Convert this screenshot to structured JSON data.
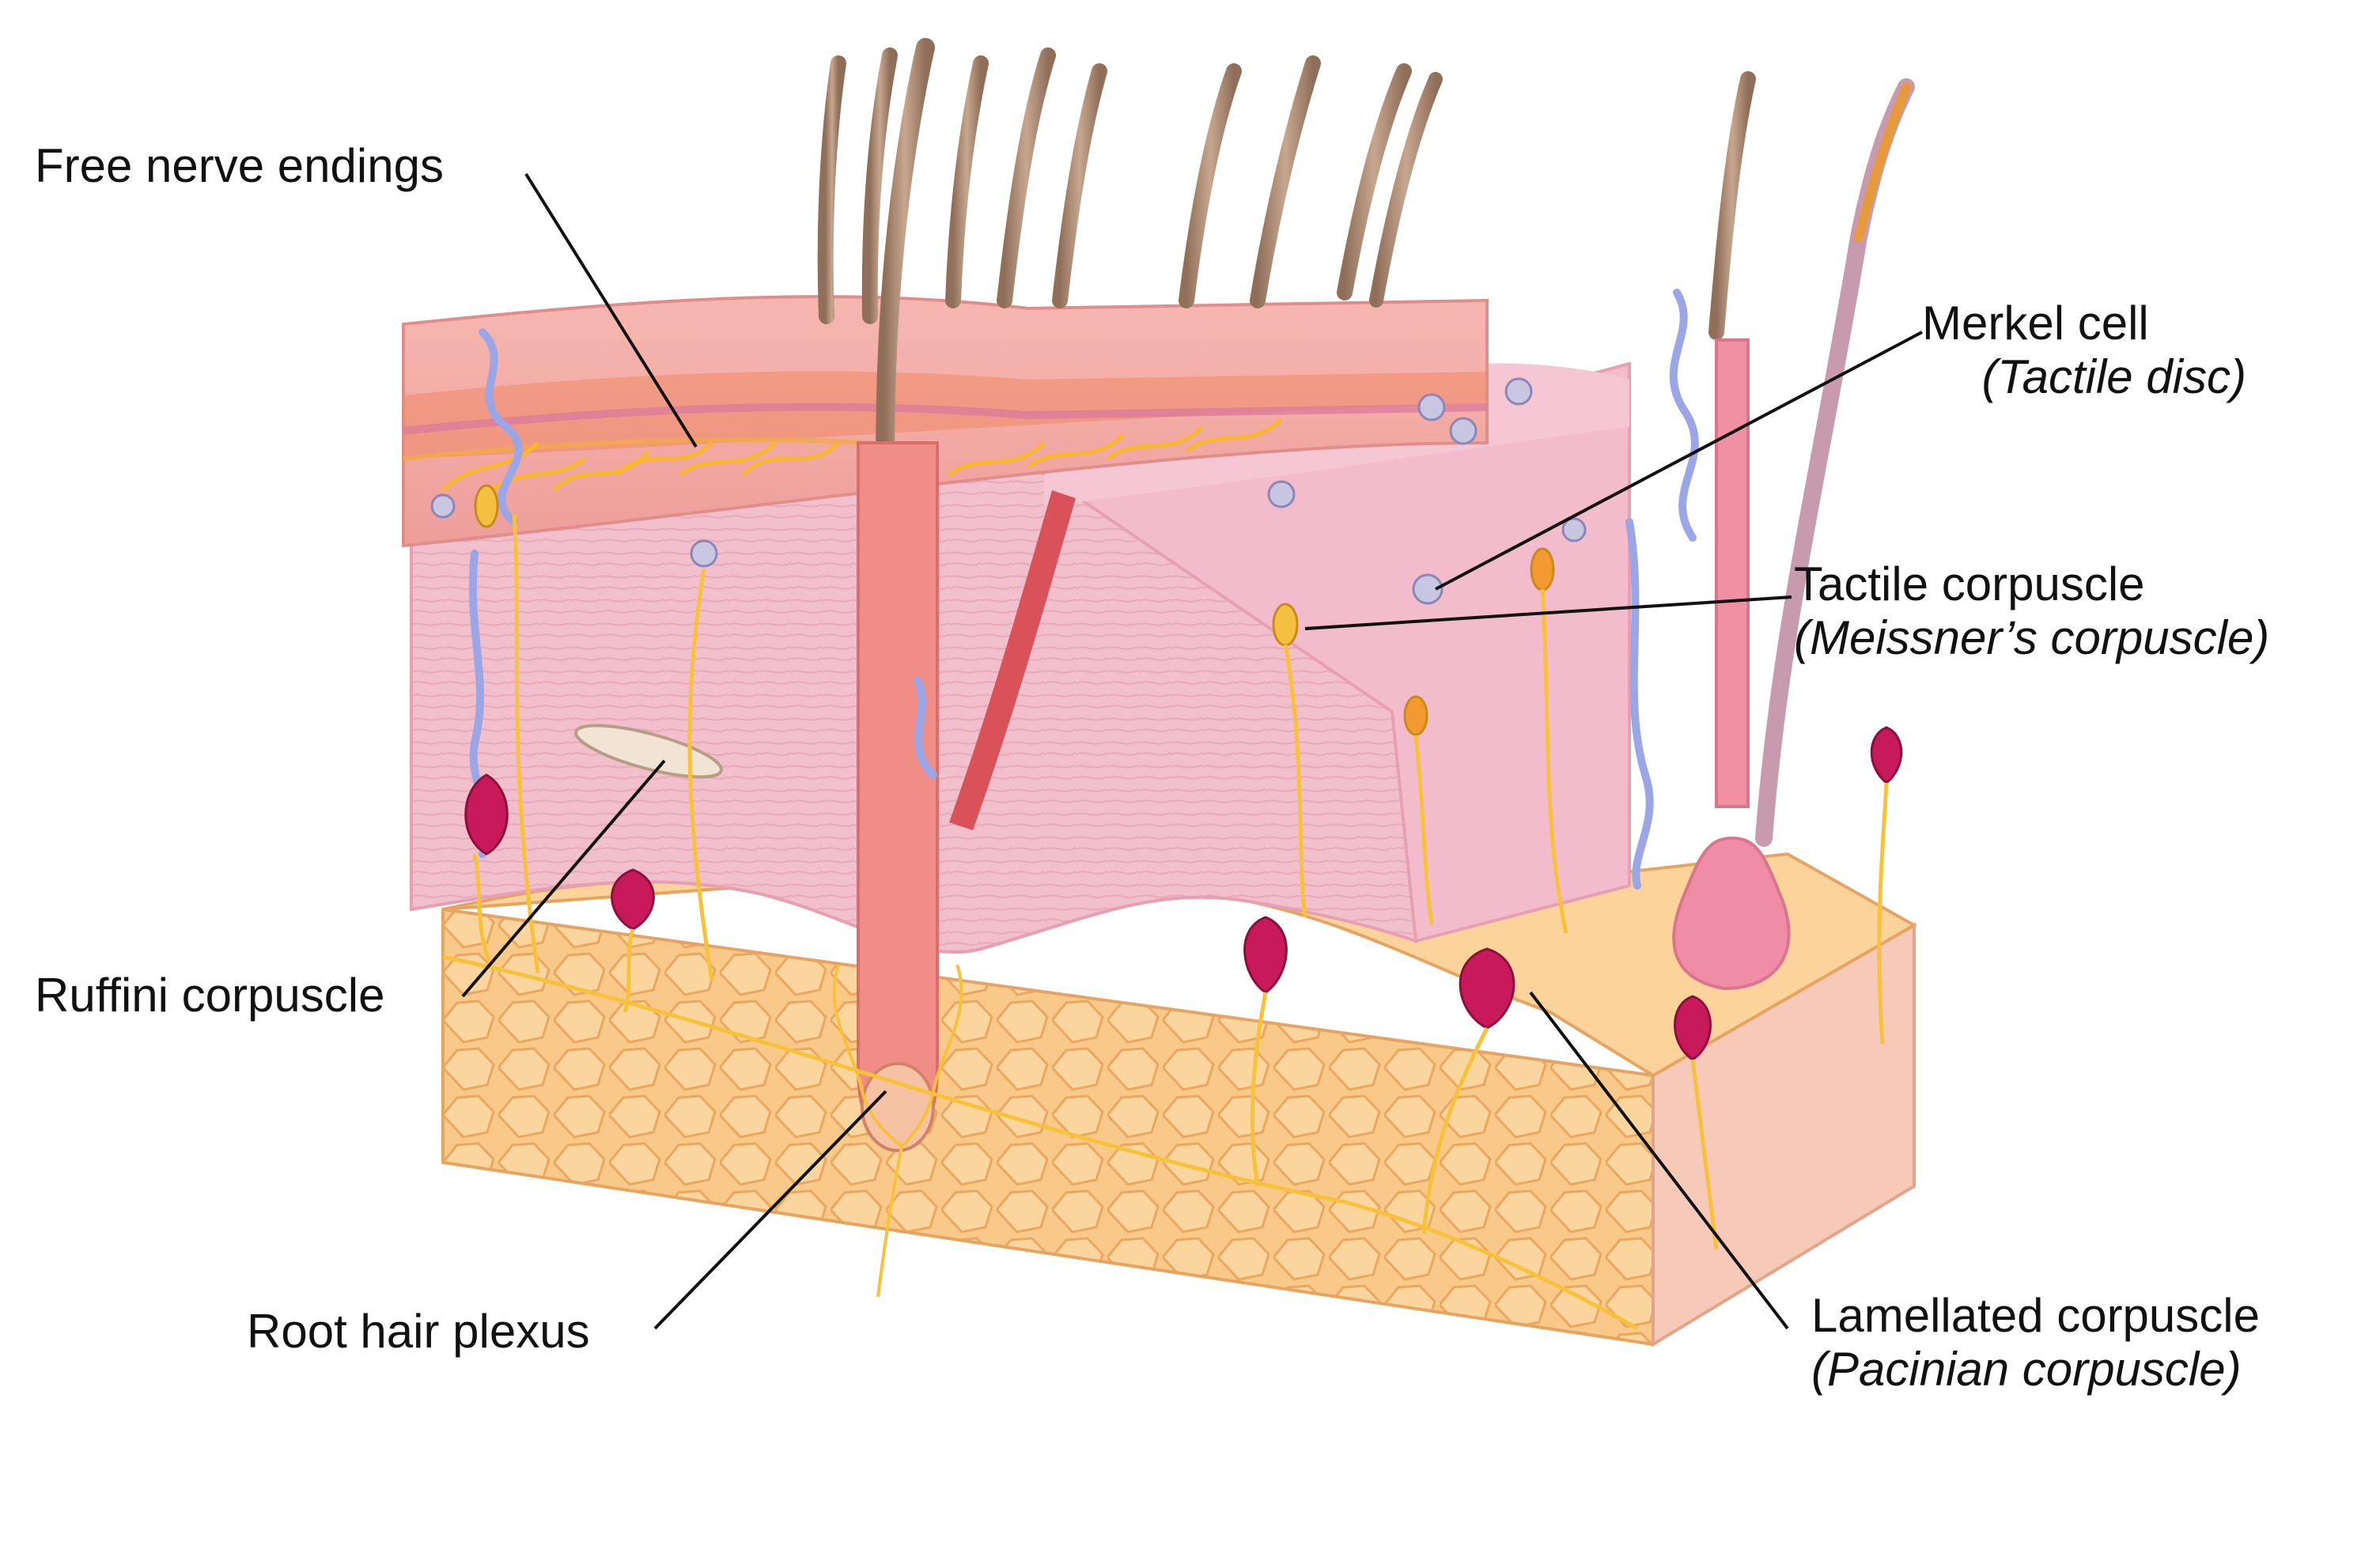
{
  "labels": {
    "free_nerve_endings": {
      "title": "Free nerve endings"
    },
    "merkel_cell": {
      "title": "Merkel cell",
      "subtitle": "(Tactile disc)"
    },
    "tactile_corpuscle": {
      "title": "Tactile corpuscle",
      "subtitle": "(Meissner’s corpuscle)"
    },
    "ruffini_corpuscle": {
      "title": "Ruffini corpuscle"
    },
    "root_hair_plexus": {
      "title": "Root hair plexus"
    },
    "lamellated_corpuscle": {
      "title": "Lamellated corpuscle",
      "subtitle": "(Pacinian corpuscle)"
    }
  },
  "colors": {
    "epidermis": "#f3a9a6",
    "dermis": "#f4c6d0",
    "hypodermis_fat": "#f9c98a",
    "nerve_fiber": "#f7b92a",
    "pacinian": "#c8195a",
    "hair": "#a98870",
    "leader_line": "#111111",
    "vessel_blue": "#9aa6e6"
  }
}
